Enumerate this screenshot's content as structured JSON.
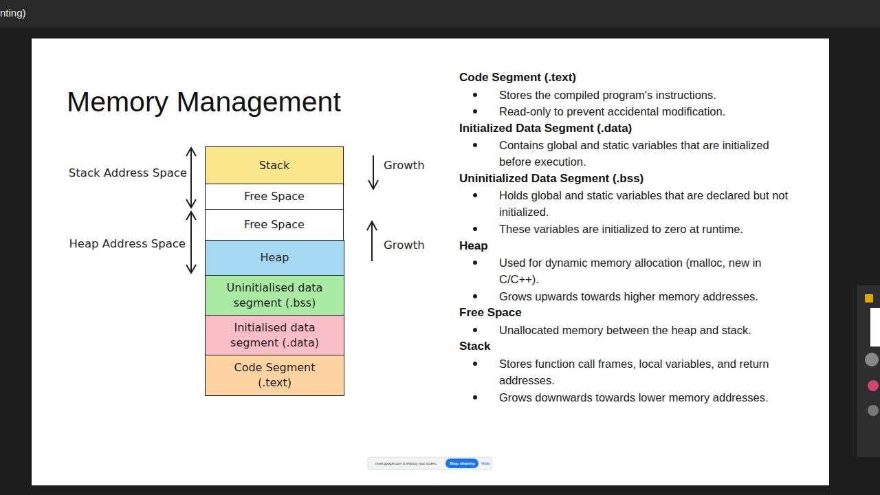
{
  "diagram": {
    "title": "Memory Management",
    "nodes": [
      {
        "text": [
          "Stack"
        ]
      },
      {
        "text": [
          "Free Space"
        ]
      },
      {
        "text": [
          "Free Space"
        ]
      },
      {
        "text": [
          "Heap"
        ]
      },
      {
        "text": [
          "Uninitialised data segment (.bss)"
        ]
      },
      {
        "text": [
          "Initialised data segment (.data)"
        ]
      },
      {
        "text": [
          "Code Segment (.text)"
        ]
      }
    ],
    "labels": [
      "nting)",
      "Stack Address Space",
      "Heap Address Space",
      "Growth",
      "Growth",
      "Code Segment (.text)",
      "Stores the compiled program's instructions.",
      "Read-only to prevent accidental modification.",
      "Initialized Data Segment (.data)",
      "Contains global and static variables that are initialized before execution.",
      "Uninitialized Data Segment (.bss)",
      "Holds global and static variables that are declared but not initialized.",
      "These variables are initialized to zero at runtime.",
      "Heap",
      "Used for dynamic memory allocation (malloc, new in C/C++).",
      "Grows upwards towards higher memory addresses.",
      "Free Space",
      "Unallocated memory between the heap and stack.",
      "Stack",
      "Stores function call frames, local variables, and return addresses.",
      "Grows downwards towards lower memory addresses.",
      "meet.google.com is sharing your screen.",
      "Stop sharing",
      "Hide"
    ]
  }
}
